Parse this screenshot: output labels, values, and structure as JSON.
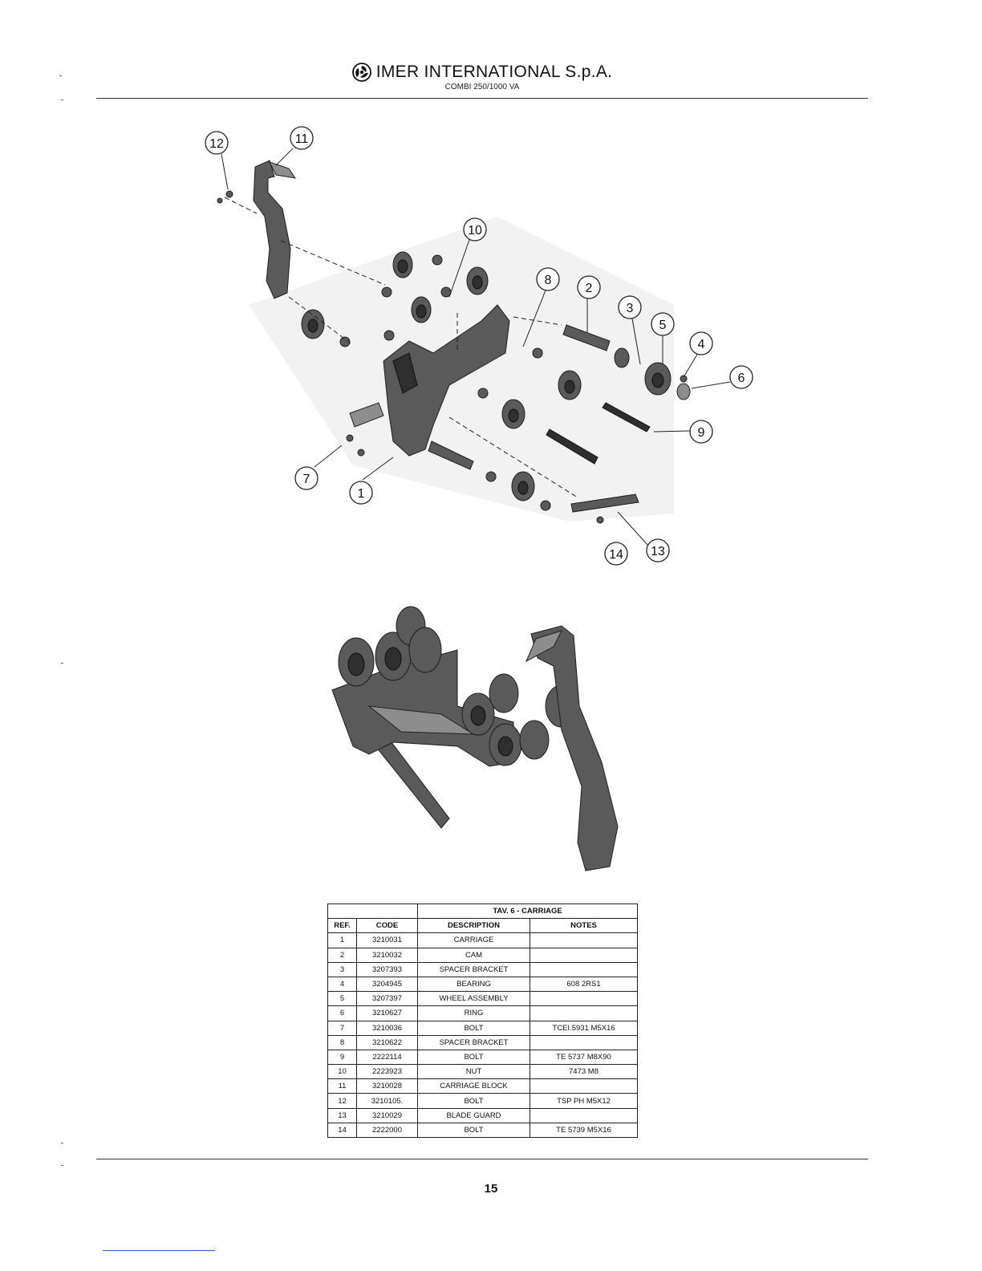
{
  "header": {
    "brand": "IMER INTERNATIONAL S.p.A.",
    "model": "COMBI 250/1000 VA"
  },
  "callouts": [
    "1",
    "2",
    "3",
    "4",
    "5",
    "6",
    "7",
    "8",
    "9",
    "10",
    "11",
    "12",
    "13",
    "14"
  ],
  "table": {
    "title": "TAV. 6 - CARRIAGE",
    "columns": [
      "REF.",
      "CODE",
      "DESCRIPTION",
      "NOTES"
    ],
    "rows": [
      {
        "ref": "1",
        "code": "3210031",
        "description": "CARRIAGE",
        "notes": ""
      },
      {
        "ref": "2",
        "code": "3210032",
        "description": "CAM",
        "notes": ""
      },
      {
        "ref": "3",
        "code": "3207393",
        "description": "SPACER BRACKET",
        "notes": ""
      },
      {
        "ref": "4",
        "code": "3204945",
        "description": "BEARING",
        "notes": "608 2RS1"
      },
      {
        "ref": "5",
        "code": "3207397",
        "description": "WHEEL ASSEMBLY",
        "notes": ""
      },
      {
        "ref": "6",
        "code": "3210627",
        "description": "RING",
        "notes": ""
      },
      {
        "ref": "7",
        "code": "3210036",
        "description": "BOLT",
        "notes": "TCEI.5931  M5X16"
      },
      {
        "ref": "8",
        "code": "3210622",
        "description": "SPACER BRACKET",
        "notes": ""
      },
      {
        "ref": "9",
        "code": "2222114",
        "description": "BOLT",
        "notes": "TE 5737  M8X90"
      },
      {
        "ref": "10",
        "code": "2223923",
        "description": "NUT",
        "notes": "7473  M8"
      },
      {
        "ref": "11",
        "code": "3210028",
        "description": "CARRIAGE BLOCK",
        "notes": ""
      },
      {
        "ref": "12",
        "code": "3210105.",
        "description": "BOLT",
        "notes": "TSP PH  M5X12"
      },
      {
        "ref": "13",
        "code": "3210029",
        "description": "BLADE GUARD",
        "notes": ""
      },
      {
        "ref": "14",
        "code": "2222000",
        "description": "BOLT",
        "notes": "TE 5739  M5X16"
      }
    ]
  },
  "page_number": "15"
}
